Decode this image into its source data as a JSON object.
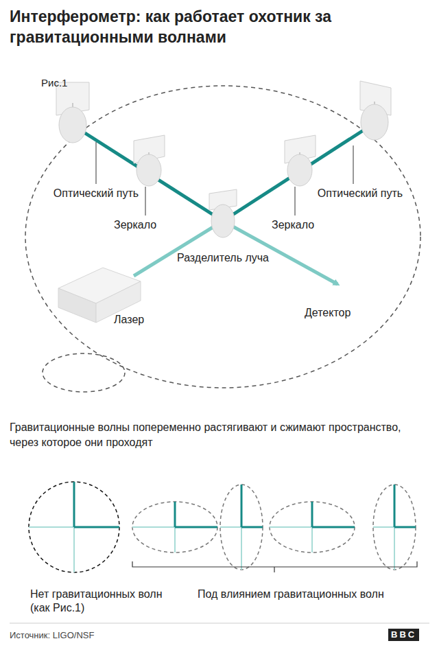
{
  "diagram": {
    "title": "Интерферометр: как работает охотник за гравитационными волнами",
    "labels": [
      "Рис.1",
      "Оптический путь",
      "Зеркало",
      "Разделитель луча",
      "Зеркало",
      "Оптический путь",
      "Лазер",
      "Детектор",
      "Гравитационные волны попеременно растягивают и сжимают пространство, через которое они проходят",
      "Нет гравитационных волн (как Рис.1)",
      "Под влиянием гравитационных волн",
      "Источник: LIGO/NSF",
      "BBC"
    ]
  }
}
